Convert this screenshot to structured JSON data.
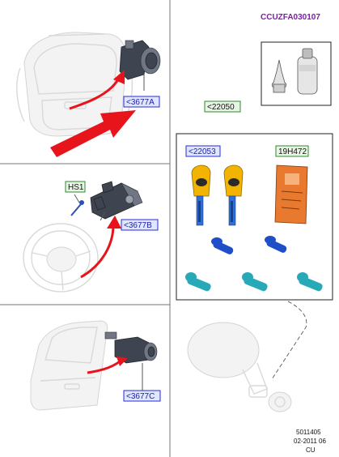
{
  "header": {
    "kit_code": "CCUZFA030107"
  },
  "tags": {
    "tailgate_cylinder": "<3677A",
    "ignition_cylinder": "<3677B",
    "door_cylinder": "<3677C",
    "hardware": "HS1",
    "kit_main": "<22050",
    "keys": "<22053",
    "code_card": "19H472"
  },
  "footer": {
    "ref_number": "5011405",
    "date": "02-2011 06",
    "suffix": "CU"
  },
  "colors": {
    "accent_arrow": "#e8141b",
    "key_blade": "#2f6fd6",
    "key_head": "#f2b400",
    "pin_blue": "#1f4fc8",
    "pin_cyan": "#27a9b8",
    "tag_blue_border": "#2a2ad6",
    "tag_green_border": "#2f8a2f",
    "kit_code_color": "#7b1fa2"
  },
  "icons": {
    "keys": "car-key-icon",
    "card": "key-code-card-icon",
    "sealant": "sealant-tube-icon"
  }
}
